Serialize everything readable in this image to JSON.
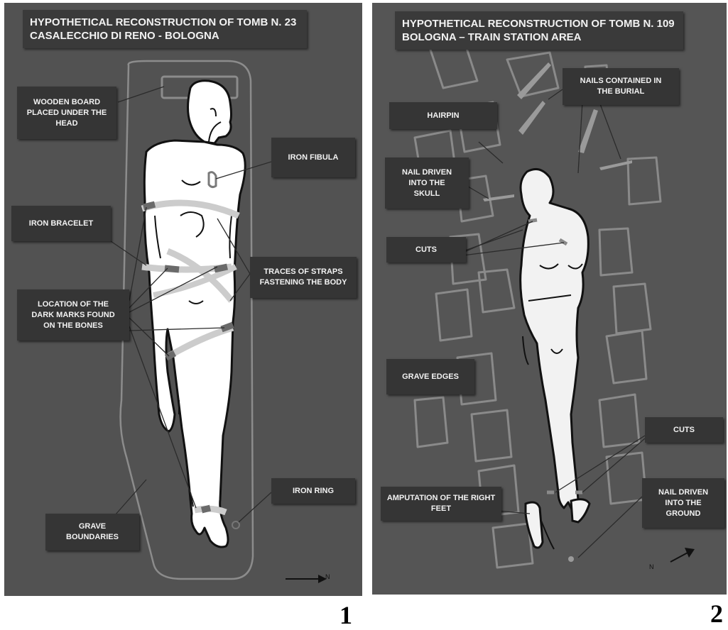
{
  "panel1": {
    "title": "HYPOTHETICAL RECONSTRUCTION OF TOMB N. 23\nCASALECCHIO DI RENO - BOLOGNA",
    "labels": {
      "wooden_board": "WOODEN BOARD\nPLACED UNDER THE\nHEAD",
      "iron_fibula": "IRON FIBULA",
      "iron_bracelet": "IRON BRACELET",
      "traces_straps": "TRACES OF STRAPS\nFASTENING THE BODY",
      "dark_marks": "LOCATION OF THE\nDARK MARKS FOUND\nON THE BONES",
      "iron_ring": "IRON RING",
      "grave_boundaries": "GRAVE\nBOUNDARIES"
    },
    "compass": "N",
    "figure_number": "1"
  },
  "panel2": {
    "title": "HYPOTHETICAL RECONSTRUCTION OF TOMB N. 109\nBOLOGNA – TRAIN STATION AREA",
    "labels": {
      "nails_burial": "NAILS CONTAINED IN\nTHE BURIAL",
      "hairpin": "HAIRPIN",
      "nail_skull": "NAIL DRIVEN\nINTO THE\nSKULL",
      "cuts_upper": "CUTS",
      "grave_edges": "GRAVE EDGES",
      "cuts_lower": "CUTS",
      "amputation": "AMPUTATION OF THE  RIGHT\nFEET",
      "nail_ground": "NAIL DRIVEN\nINTO THE\nGROUND"
    },
    "compass": "N",
    "figure_number": "2"
  },
  "colors": {
    "panel_bg": "#525252",
    "label_bg": "#353535",
    "strap_light": "#c8c8c8",
    "dark_mark": "#6a6a6a",
    "body_fill": "#ffffff"
  }
}
